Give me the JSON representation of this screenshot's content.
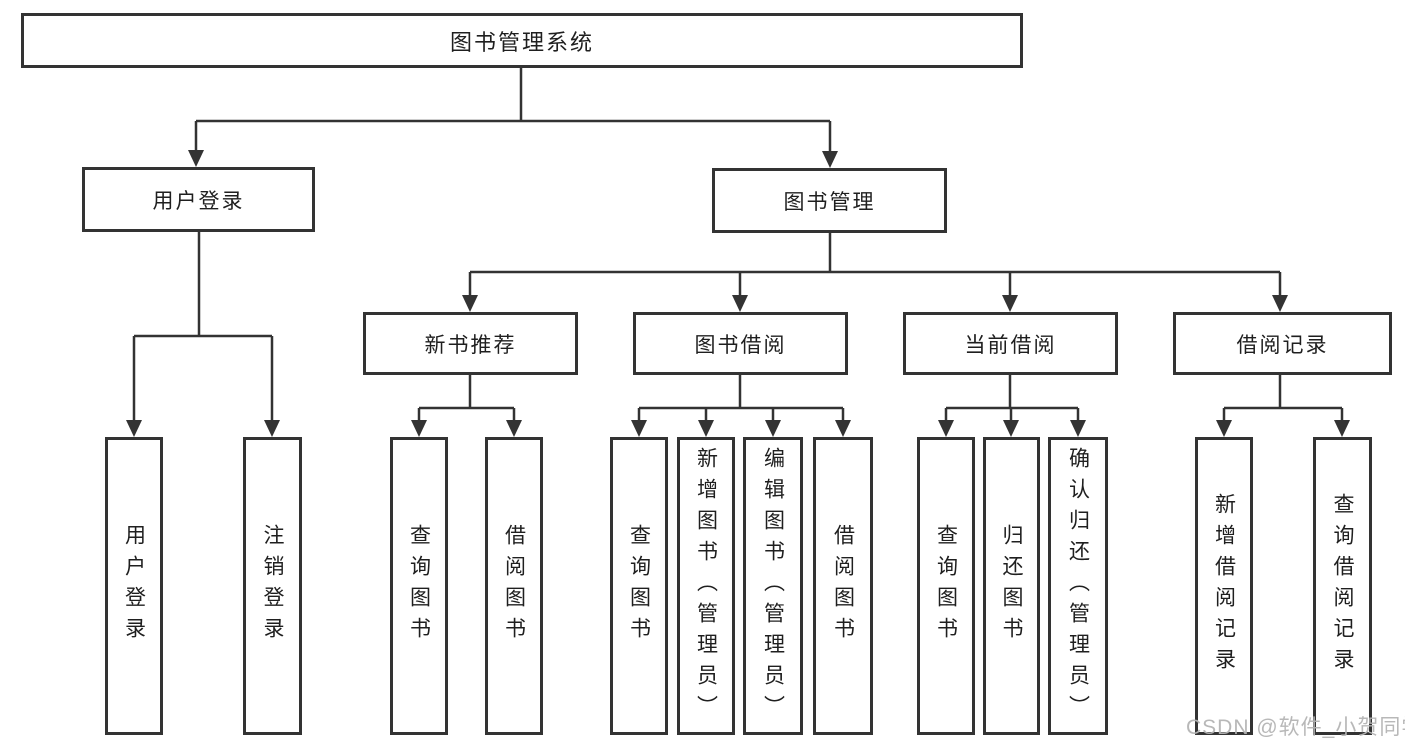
{
  "diagram": {
    "title": "图书管理系统",
    "level2": [
      "用户登录",
      "图书管理"
    ],
    "level3": [
      "新书推荐",
      "图书借阅",
      "当前借阅",
      "借阅记录"
    ],
    "leaves": {
      "user_login": [
        "用户登录",
        "注销登录"
      ],
      "new_book_recommend": [
        "查询图书",
        "借阅图书"
      ],
      "book_borrow": [
        "查询图书",
        "新增图书（管理员）",
        "编辑图书（管理员）",
        "借阅图书"
      ],
      "current_borrow": [
        "查询图书",
        "归还图书",
        "确认归还（管理员）"
      ],
      "borrow_records": [
        "新增借阅记录",
        "查询借阅记录"
      ]
    }
  },
  "watermark": {
    "text": "CSDN @软件_小贺同学"
  },
  "colors": {
    "line": "#333333",
    "box_border": "#333333",
    "text": "#1f1f1f",
    "watermark": "#b4b4b4",
    "background": "#ffffff"
  }
}
